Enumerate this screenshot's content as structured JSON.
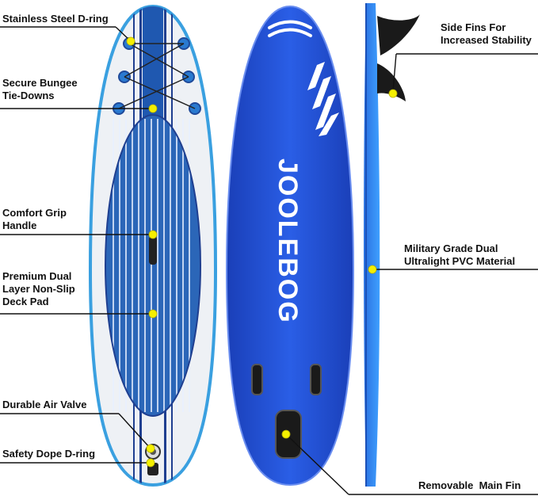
{
  "brand": {
    "logo_text": "JOOLEBOG"
  },
  "colors": {
    "board_blue": "#1f4fd6",
    "deck_blue": "#2b66b8",
    "marker_yellow": "#f5f000",
    "outline": "#3aa0e0"
  },
  "callouts": {
    "d_ring": "Stainless Steel D-ring",
    "bungee": [
      "Secure Bungee",
      "Tie-Downs"
    ],
    "handle": [
      "Comfort Grip",
      "Handle"
    ],
    "deck_pad": [
      "Premium Dual",
      "Layer Non-Slip",
      "Deck Pad"
    ],
    "air_valve": "Durable Air Valve",
    "safety_ring": "Safety Dope D-ring",
    "side_fins": [
      "Side Fins For",
      "Increased Stability"
    ],
    "pvc": [
      "Military Grade Dual",
      "Ultralight PVC Material"
    ],
    "main_fin": "Removable  Main Fin"
  }
}
